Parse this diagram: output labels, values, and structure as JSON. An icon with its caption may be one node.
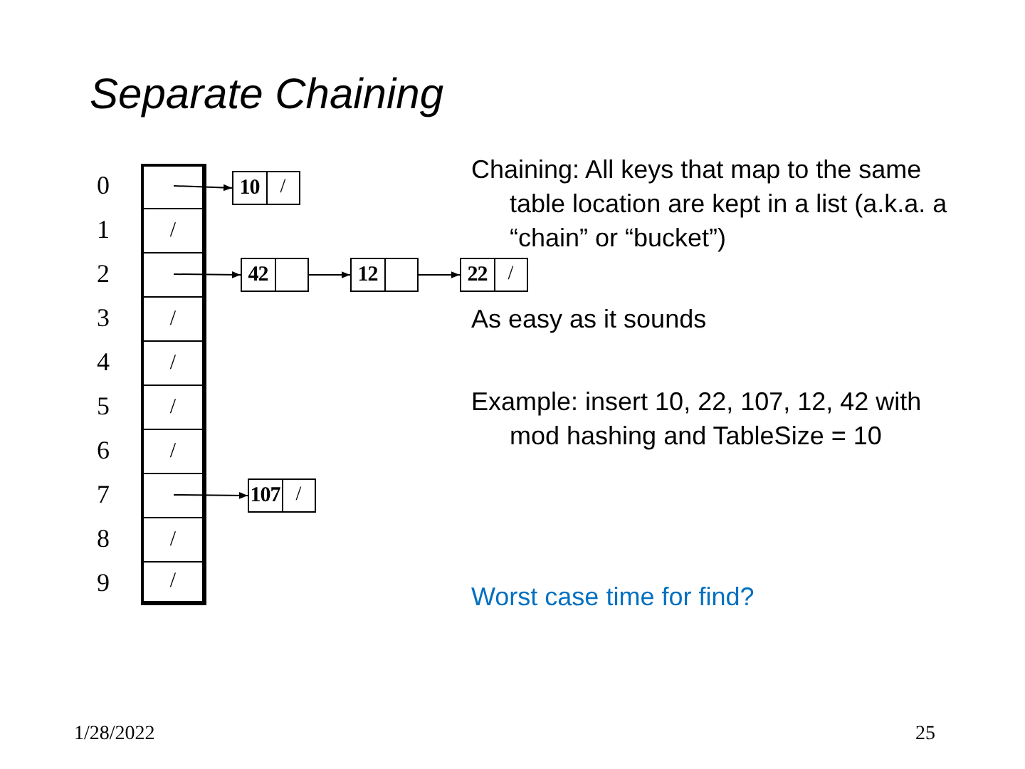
{
  "diagram": {
    "title": "Separate Chaining",
    "nodes": [
      {
        "text": [],
        "shape": "box",
        "beside": [
          "0"
        ]
      },
      {
        "text": [
          "/"
        ],
        "beside": [
          "1"
        ]
      },
      {
        "text": [],
        "shape": "box",
        "beside": [
          "2"
        ]
      },
      {
        "text": [
          "/"
        ],
        "beside": [
          "3"
        ]
      },
      {
        "text": [
          "/"
        ],
        "beside": [
          "4"
        ]
      },
      {
        "text": [
          "/"
        ],
        "beside": [
          "5"
        ]
      },
      {
        "text": [
          "/"
        ],
        "beside": [
          "6"
        ]
      },
      {
        "text": [],
        "shape": "box",
        "beside": [
          "7"
        ]
      },
      {
        "text": [
          "/"
        ],
        "beside": [
          "8"
        ]
      },
      {
        "text": [
          "/"
        ],
        "beside": [
          "9"
        ]
      },
      {
        "text": [
          "10",
          "/"
        ]
      },
      {
        "text": [
          "42"
        ]
      },
      {
        "text": [
          "12"
        ]
      },
      {
        "text": [
          "22",
          "/"
        ]
      },
      {
        "text": [
          "107",
          "/"
        ]
      }
    ],
    "edges": [
      {
        "from": 0,
        "to": 10,
        "arrow": "to"
      },
      {
        "from": 2,
        "to": 11,
        "arrow": "to"
      },
      {
        "from": 11,
        "to": 12,
        "arrow": "to"
      },
      {
        "from": 12,
        "to": 13,
        "arrow": "to"
      },
      {
        "from": 7,
        "to": 14,
        "arrow": "to"
      }
    ],
    "labels": [
      "Chaining: All keys that map to the same table location are kept in a list (a.k.a. a “chain” or “bucket”)",
      "As easy as it sounds",
      "Example: insert 10, 22, 107, 12, 42 with mod hashing and TableSize = 10",
      "Worst case time for find?",
      "1/28/2022",
      "25"
    ]
  }
}
